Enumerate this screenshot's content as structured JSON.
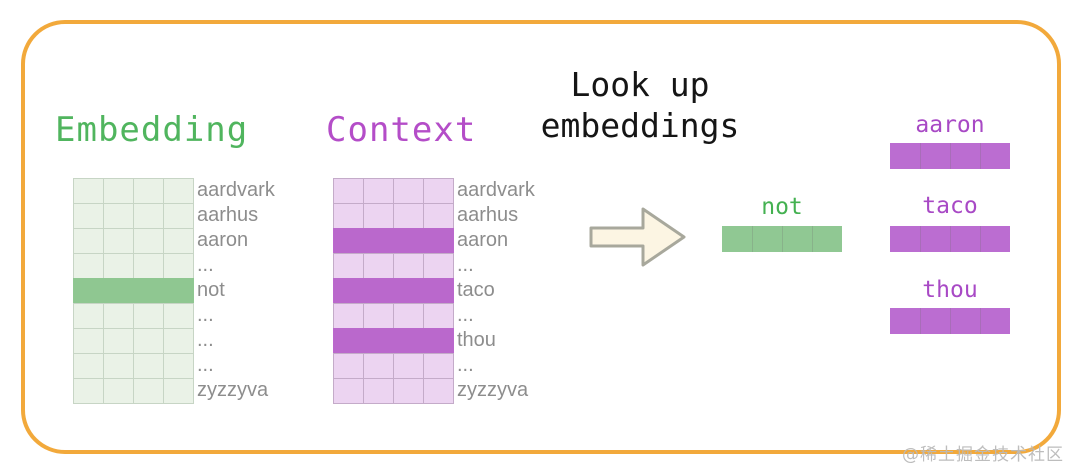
{
  "frame": {
    "border_color": "#f2a93b"
  },
  "titles": {
    "embedding": "Embedding",
    "context": "Context",
    "heading_line1": "Look up",
    "heading_line2": "embeddings"
  },
  "embedding_matrix": {
    "columns": 4,
    "cell_bg": "#eaf2e7",
    "cell_border": "#c7d5c5",
    "highlight_color": "#8fc791",
    "rows": [
      {
        "label": "aardvark",
        "highlight": false
      },
      {
        "label": "aarhus",
        "highlight": false
      },
      {
        "label": "aaron",
        "highlight": false
      },
      {
        "label": "...",
        "highlight": false
      },
      {
        "label": "not",
        "highlight": true
      },
      {
        "label": "...",
        "highlight": false
      },
      {
        "label": "...",
        "highlight": false
      },
      {
        "label": "...",
        "highlight": false
      },
      {
        "label": "zyzzyva",
        "highlight": false
      }
    ]
  },
  "context_matrix": {
    "columns": 4,
    "cell_bg": "#ecd4f1",
    "cell_border": "#c4abc9",
    "highlight_color": "#ba68cc",
    "rows": [
      {
        "label": "aardvark",
        "highlight": false
      },
      {
        "label": "aarhus",
        "highlight": false
      },
      {
        "label": "aaron",
        "highlight": true
      },
      {
        "label": "...",
        "highlight": false
      },
      {
        "label": "taco",
        "highlight": true
      },
      {
        "label": "...",
        "highlight": false
      },
      {
        "label": "thou",
        "highlight": true
      },
      {
        "label": "...",
        "highlight": false
      },
      {
        "label": "zyzzyva",
        "highlight": false
      }
    ]
  },
  "arrow": {
    "fill": "#fcf5e3",
    "stroke": "#a8a89c"
  },
  "lookup_result": {
    "word": "not",
    "cells": 4,
    "bar_color": "#90c893",
    "text_color": "#44b151"
  },
  "context_results": [
    {
      "word": "aaron"
    },
    {
      "word": "taco"
    },
    {
      "word": "thou"
    }
  ],
  "context_result_style": {
    "cells": 4,
    "bar_color": "#bb6dd1",
    "text_color": "#a849c5"
  },
  "watermark": "@稀土掘金技术社区"
}
